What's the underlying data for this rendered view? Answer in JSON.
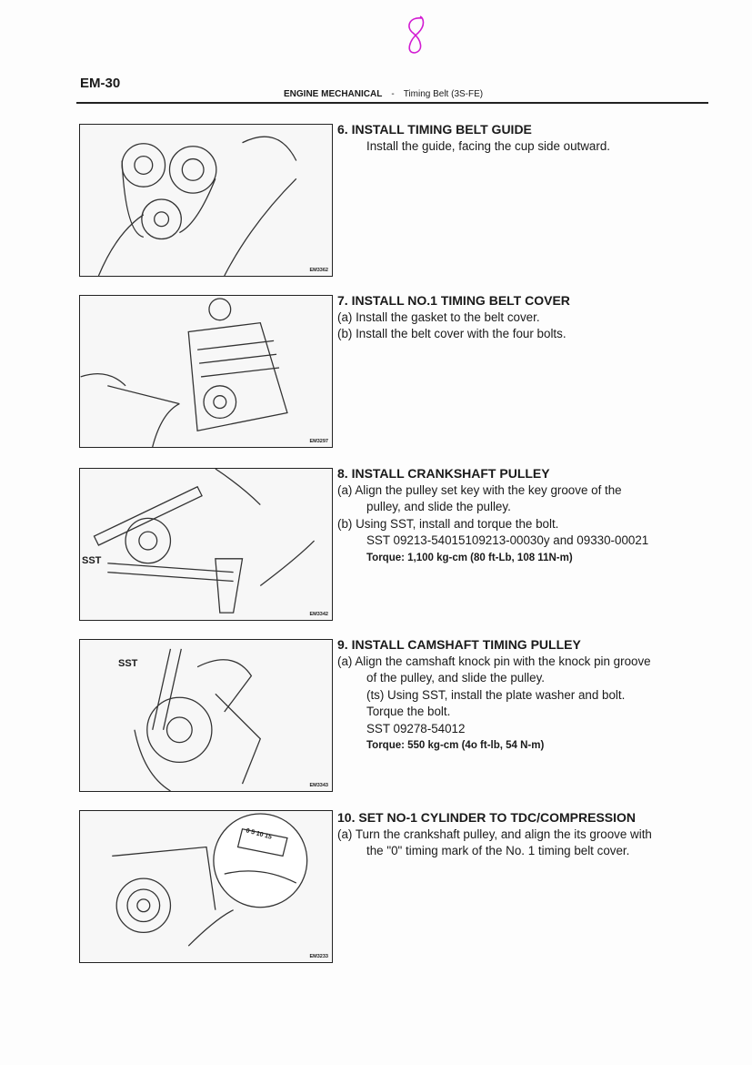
{
  "handwritten_mark": "8",
  "header": {
    "page_id": "EM-30",
    "section": "ENGINE MECHANICAL",
    "separator": "-",
    "subsection": "Timing Belt (3S-FE)"
  },
  "figures": [
    {
      "code": "EM3362"
    },
    {
      "code": "EM3297"
    },
    {
      "code": "EM3342",
      "label": "SST"
    },
    {
      "code": "EM3343",
      "label": "SST"
    },
    {
      "code": "EM3233",
      "dial_text": "0 5 10 15"
    }
  ],
  "steps": [
    {
      "title": "6. INSTALL TIMING BELT GUIDE",
      "lines": [
        "Install the guide, facing the cup side outward."
      ]
    },
    {
      "title": "7. INSTALL NO.1 TIMING BELT COVER",
      "lines": [
        "(a) Install the gasket to the belt cover.",
        "(b) Install the belt cover with the four bolts."
      ]
    },
    {
      "title": "8. INSTALL CRANKSHAFT PULLEY",
      "lines": [
        "(a) Align the pulley set key with the key groove of the",
        "pulley, and slide the pulley.",
        "(b) Using SST, install and torque the bolt.",
        "SST 09213-54015109213-00030y and 09330-00021"
      ],
      "torque": "Torque: 1,100 kg-cm (80 ft-Lb, 108 11N-m)"
    },
    {
      "title": "9. INSTALL CAMSHAFT TIMING PULLEY",
      "lines": [
        "(a) Align the camshaft knock pin with the knock pin groove",
        "of the pulley, and slide the pulley.",
        "(ts) Using SST, install the plate washer and bolt.",
        "Torque the bolt.",
        "SST 09278-54012"
      ],
      "torque": "Torque: 550 kg-cm (4o ft-lb, 54 N-m)"
    },
    {
      "title": "10. SET NO-1 CYLINDER TO TDC/COMPRESSION",
      "lines": [
        "(a) Turn the crankshaft pulley, and align the its groove with",
        "the \"0\" timing mark of the No. 1 timing belt cover."
      ]
    }
  ]
}
